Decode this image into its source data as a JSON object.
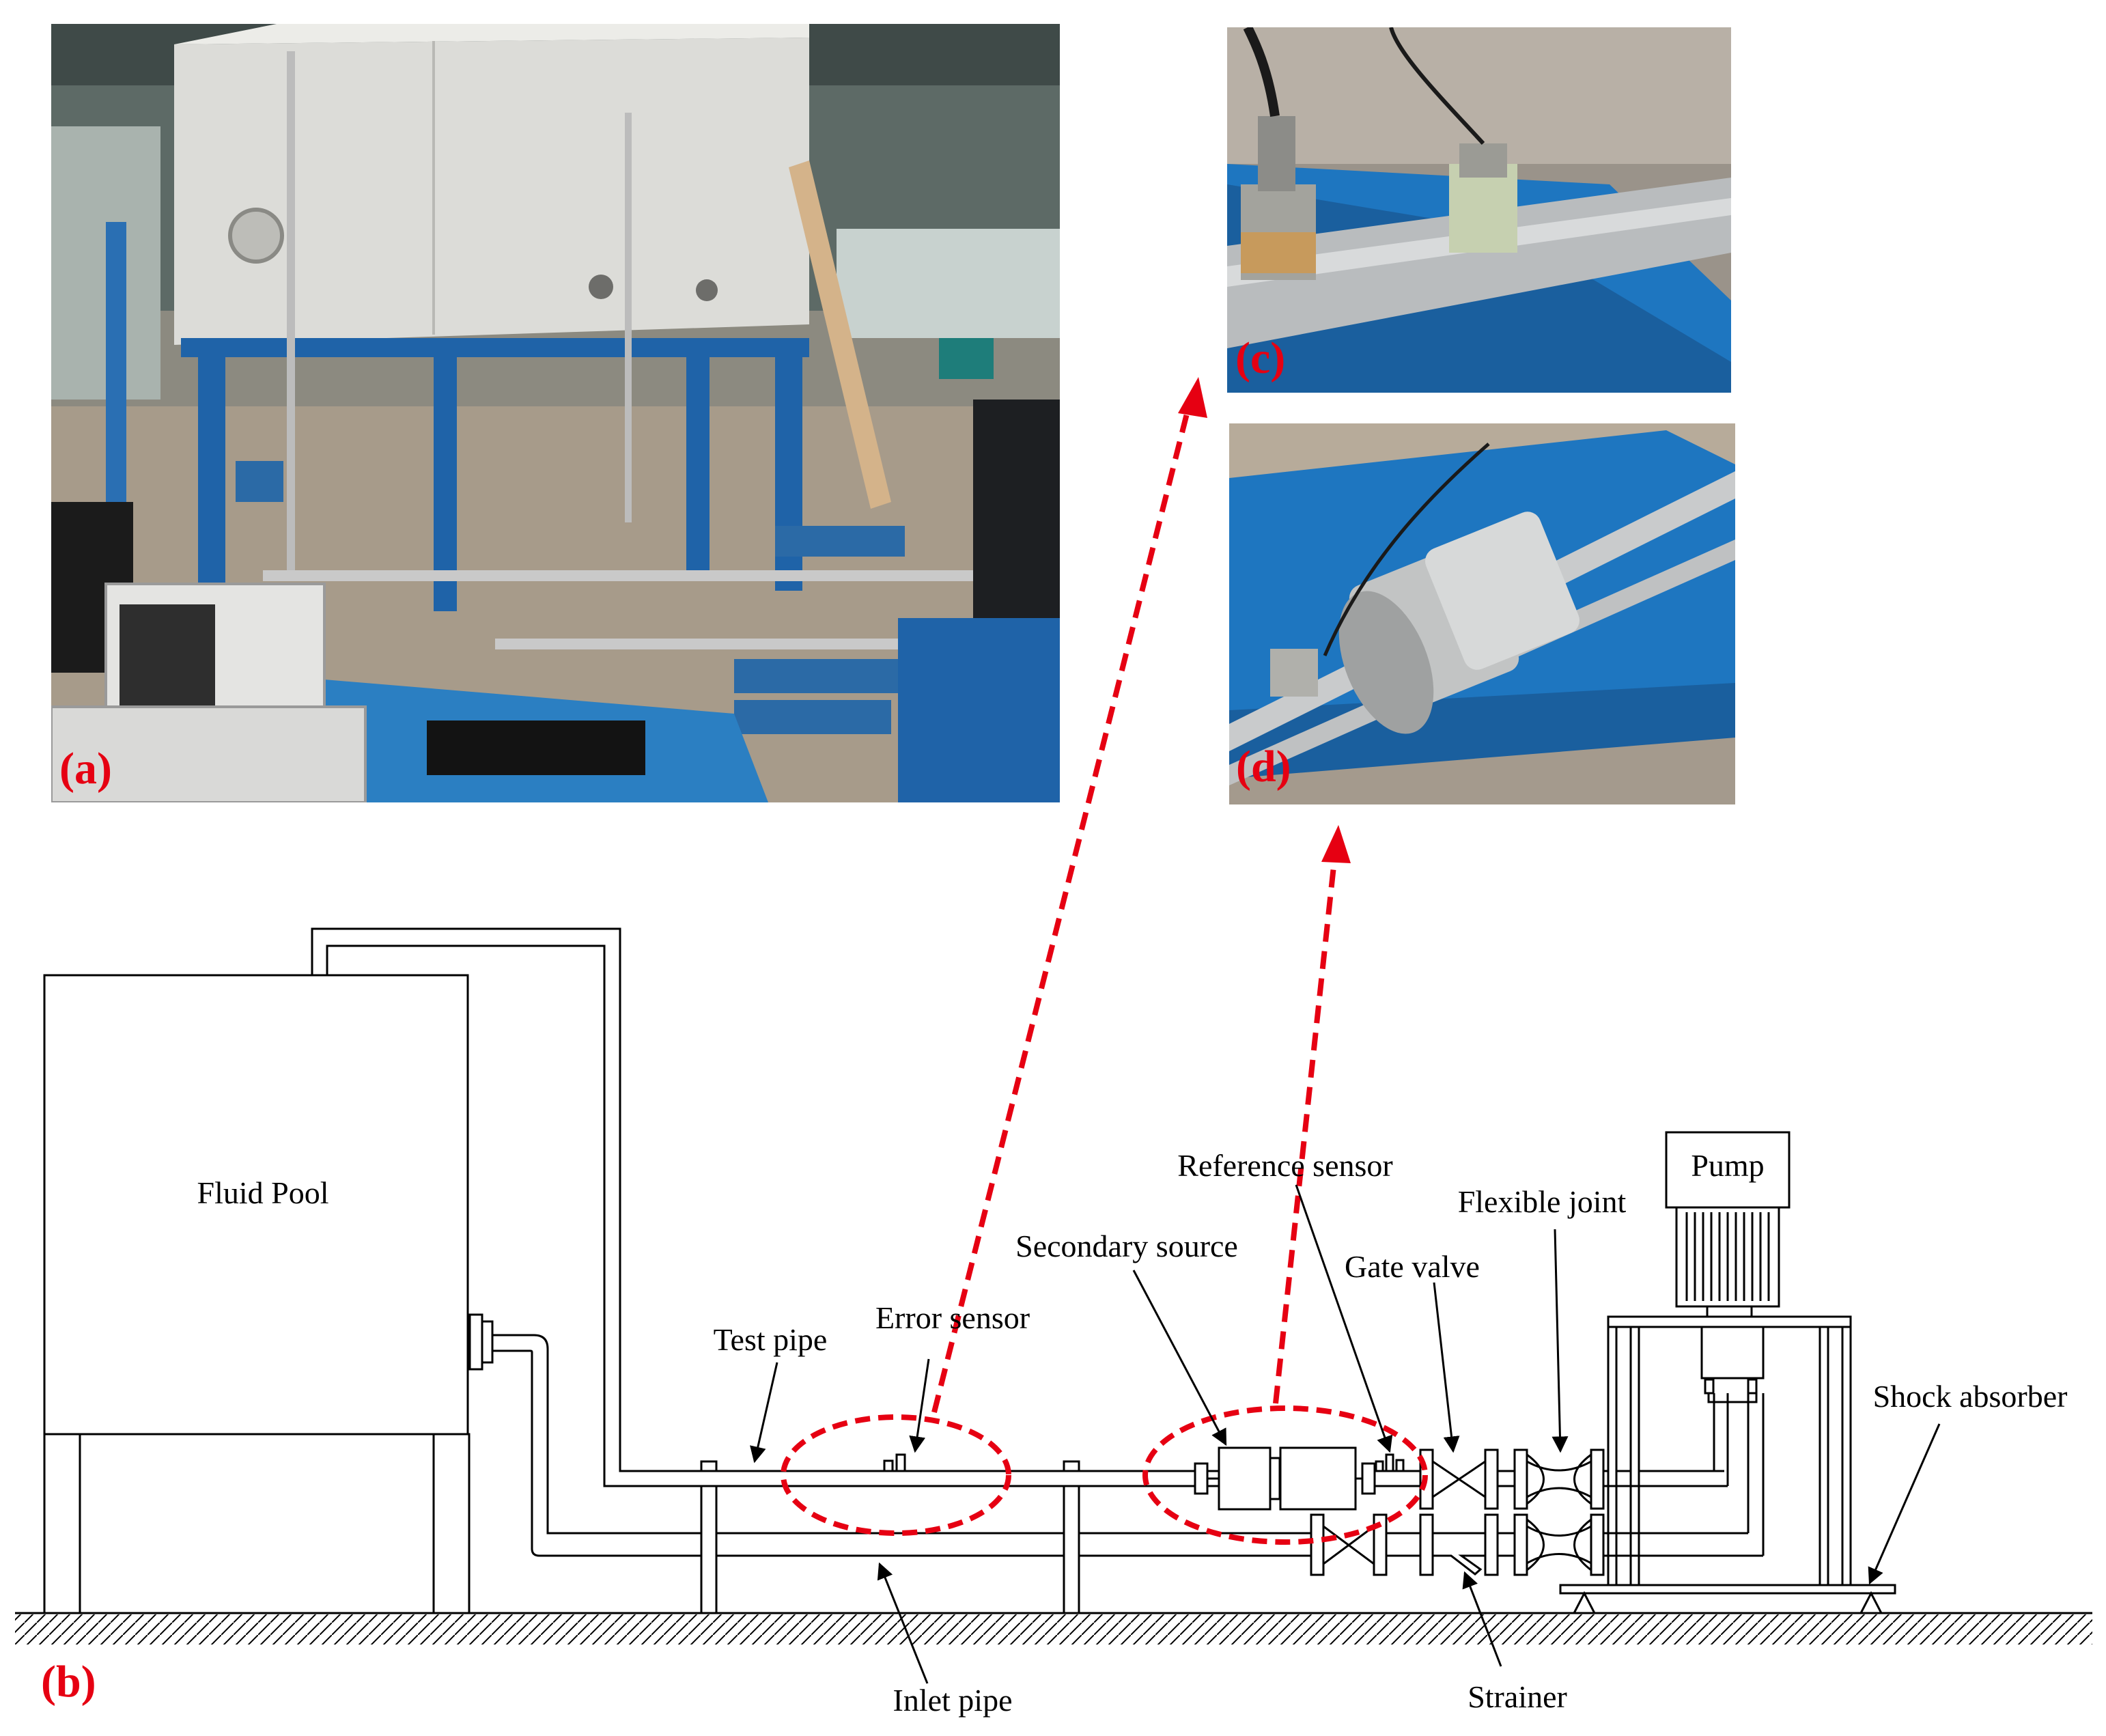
{
  "panels": {
    "a": {
      "label": "(a)"
    },
    "b": {
      "label": "(b)"
    },
    "c": {
      "label": "(c)"
    },
    "d": {
      "label": "(d)"
    }
  },
  "diagram": {
    "fluid_pool": "Fluid Pool",
    "pump": "Pump",
    "labels": {
      "test_pipe": "Test pipe",
      "error_sensor": "Error sensor",
      "secondary_source": "Secondary source",
      "reference_sensor": "Reference sensor",
      "gate_valve": "Gate valve",
      "flexible_joint": "Flexible joint",
      "shock_absorber": "Shock absorber",
      "inlet_pipe": "Inlet pipe",
      "strainer": "Strainer"
    }
  },
  "colors": {
    "accent": "#e60012",
    "line": "#000000",
    "steel_blue": "#1f63a8",
    "tank_grey": "#dcdcd8"
  }
}
